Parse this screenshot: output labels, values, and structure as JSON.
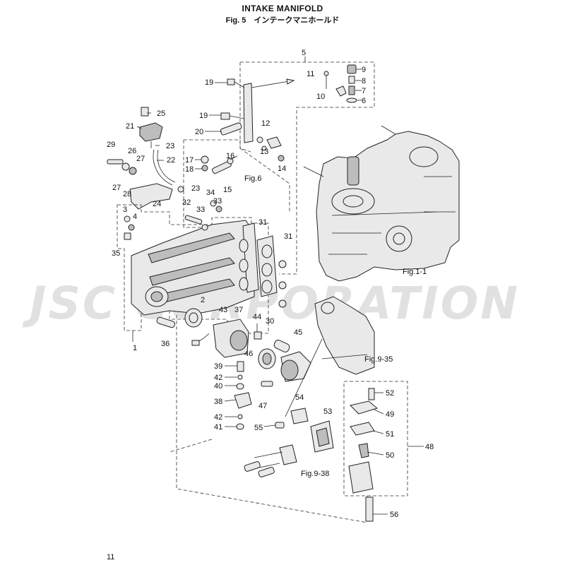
{
  "header": {
    "title": "INTAKE MANIFOLD",
    "subtitle": "Fig. 5　インテークマニホールド"
  },
  "page_number": "11",
  "watermark": "JSC CORPORATION",
  "refs": {
    "fig1": "Fig.1-1",
    "fig6": "Fig.6",
    "fig935": "Fig.9-35",
    "fig938": "Fig.9-38"
  },
  "callouts": [
    "1",
    "2",
    "3",
    "4",
    "5",
    "6",
    "7",
    "8",
    "9",
    "10",
    "11",
    "12",
    "13",
    "14",
    "15",
    "16",
    "17",
    "18",
    "19",
    "19",
    "20",
    "21",
    "22",
    "23",
    "23",
    "24",
    "25",
    "26",
    "27",
    "27",
    "28",
    "29",
    "30",
    "31",
    "31",
    "32",
    "33",
    "33",
    "34",
    "35",
    "36",
    "37",
    "38",
    "39",
    "40",
    "41",
    "42",
    "42",
    "43",
    "44",
    "45",
    "46",
    "47",
    "48",
    "49",
    "50",
    "51",
    "52",
    "53",
    "54",
    "55",
    "56"
  ],
  "colors": {
    "line": "#222222",
    "part_fill": "#e9e9e9",
    "watermark": "#c9c9c9"
  }
}
